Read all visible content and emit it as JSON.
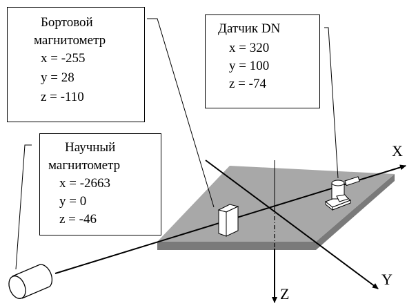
{
  "onboard_magnetometer": {
    "title_line1": "Бортовой",
    "title_line2": "магнитометр",
    "x": "x = -255",
    "y": "y = 28",
    "z": "z = -110"
  },
  "dn_sensor": {
    "title": "Датчик DN",
    "x": "x = 320",
    "y": "y = 100",
    "z": "z = -74"
  },
  "science_magnetometer": {
    "title_line1": "Научный",
    "title_line2": "магнитометр",
    "x": "x = -2663",
    "y": "y = 0",
    "z": "z = -46"
  },
  "axes": {
    "x_label": "X",
    "y_label": "Y",
    "z_label": "Z"
  },
  "colors": {
    "plate_top": "#a8a8a8",
    "plate_edge": "#7a7a7a",
    "stroke": "#000000"
  }
}
